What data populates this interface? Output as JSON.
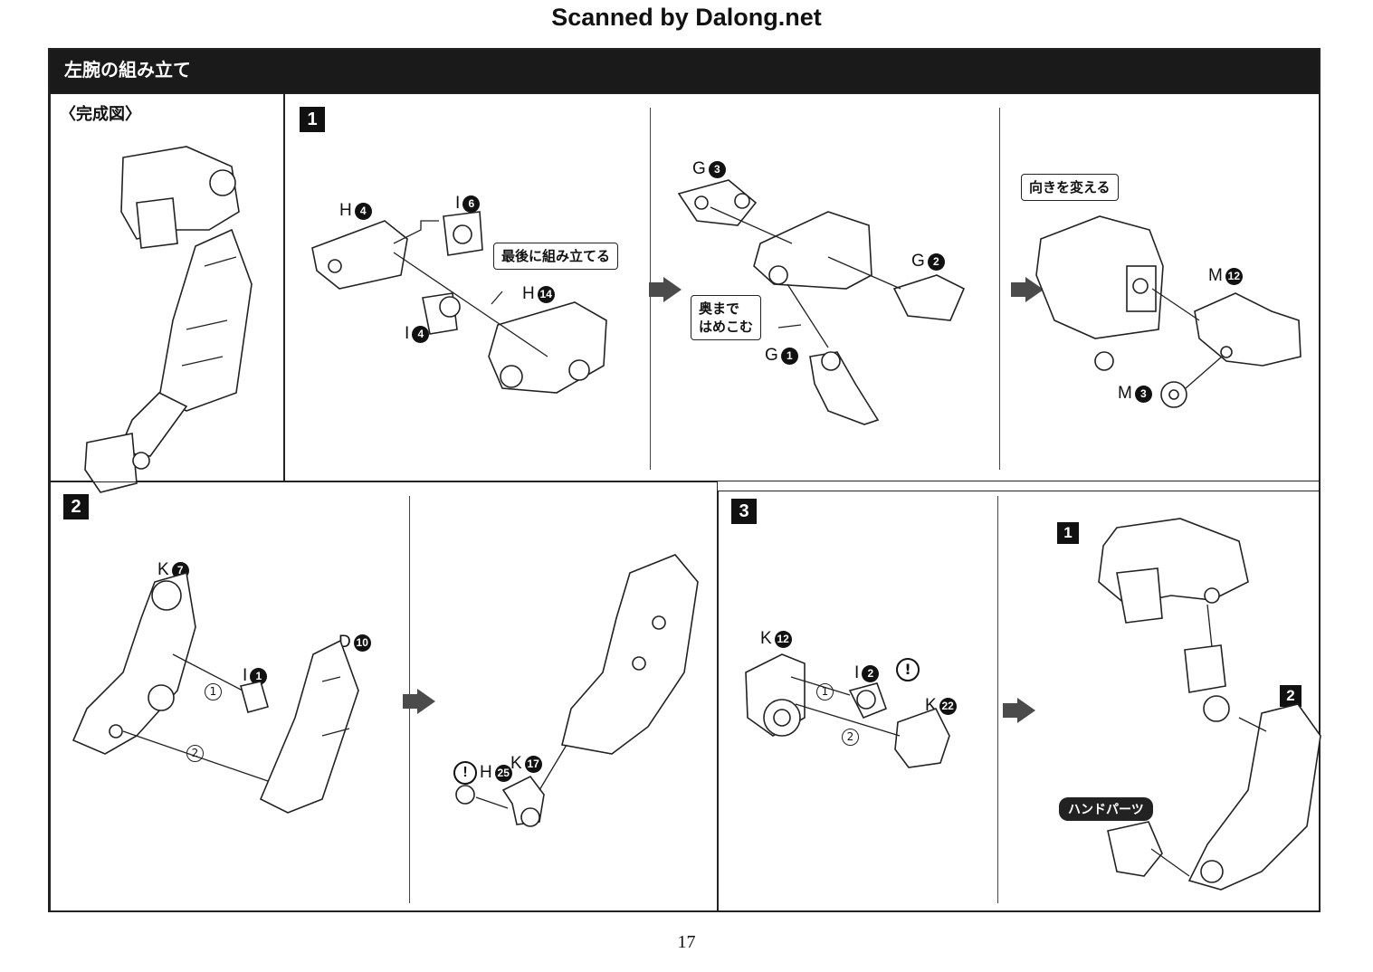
{
  "scan_title": "Scanned by Dalong.net",
  "header_title": "左腕の組み立て",
  "completed_label": "〈完成図〉",
  "steps": {
    "s1": "1",
    "s2": "2",
    "s3": "3",
    "sub1": "1",
    "sub2": "2"
  },
  "callouts": {
    "last_assemble": "最後に組み立てる",
    "push_in_line1": "奥まで",
    "push_in_line2": "はめこむ",
    "change_direction": "向きを変える",
    "hand_parts": "ハンドパーツ"
  },
  "parts": {
    "p1a": {
      "letter": "H",
      "num": "4"
    },
    "p1b": {
      "letter": "I",
      "num": "6"
    },
    "p1c": {
      "letter": "H",
      "num": "14"
    },
    "p1d": {
      "letter": "I",
      "num": "4"
    },
    "p1e": {
      "letter": "G",
      "num": "3"
    },
    "p1f": {
      "letter": "G",
      "num": "2"
    },
    "p1g": {
      "letter": "G",
      "num": "1"
    },
    "p1h": {
      "letter": "M",
      "num": "12"
    },
    "p1i": {
      "letter": "M",
      "num": "3"
    },
    "p2a": {
      "letter": "K",
      "num": "7"
    },
    "p2b": {
      "letter": "I",
      "num": "1"
    },
    "p2c": {
      "letter": "D",
      "num": "10"
    },
    "p2d": {
      "letter": "H",
      "num": "25"
    },
    "p2e": {
      "letter": "K",
      "num": "17"
    },
    "p3a": {
      "letter": "K",
      "num": "12"
    },
    "p3b": {
      "letter": "I",
      "num": "2"
    },
    "p3c": {
      "letter": "K",
      "num": "22"
    }
  },
  "order_marks": {
    "o1": "1",
    "o2": "2"
  },
  "warning_symbol": "!",
  "page_number": "17"
}
